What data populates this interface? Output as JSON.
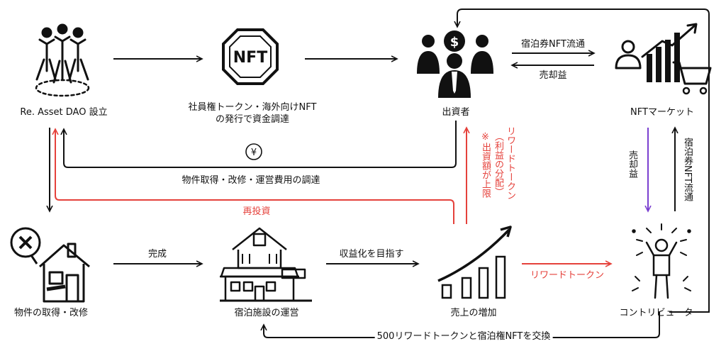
{
  "nodes": {
    "dao": {
      "label": "Re. Asset DAO 設立"
    },
    "nft_issue": {
      "line1": "社員権トークン・海外向けNFT",
      "line2": "の発行で資金調達"
    },
    "investor": {
      "label": "出資者"
    },
    "market": {
      "label": "NFTマーケット"
    },
    "acquire": {
      "label": "物件の取得・改修"
    },
    "lodging": {
      "label": "宿泊施設の運営"
    },
    "sales": {
      "label": "売上の増加"
    },
    "contributor": {
      "label": "コントリビューター"
    }
  },
  "edges": {
    "lodging_nft_to_market": "宿泊券NFT流通",
    "sale_profit_to_investor": "売却益",
    "market_profit_down": "売却益",
    "contrib_nft_up": "宿泊券NFT流通",
    "funding": "物件取得・改修・運営費用の調達",
    "yen_symbol": "¥",
    "reinvest": "再投資",
    "reward_col1": "リワードトークン",
    "reward_col2": "（利益の分配）",
    "reward_col3": "※出資額が上限",
    "complete": "完成",
    "monetize": "収益化を目指す",
    "reward_to_contrib": "リワードトークン",
    "exchange": "500リワードトークンと宿泊権NFTを交換"
  },
  "icons": {
    "dao": "people-circle-icon",
    "nft": "nft-octagon-icon",
    "investor": "investor-dollar-icon",
    "market": "market-chart-cart-icon",
    "acquire": "house-repair-icon",
    "lodging": "hotel-building-icon",
    "sales": "growth-chart-icon",
    "contributor": "celebrating-person-icon"
  },
  "colors": {
    "black_flow": "#111111",
    "red_flow": "#e5413b",
    "purple_flow": "#7a3fd0"
  }
}
